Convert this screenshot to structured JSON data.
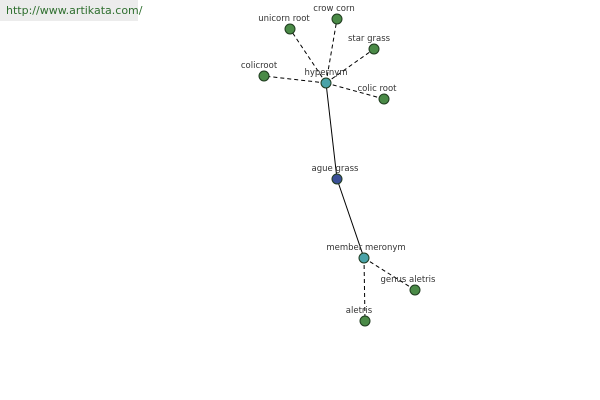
{
  "site": {
    "url": "http://www.artikata.com/"
  },
  "colors": {
    "root_node": "#3a4f97",
    "relation_node": "#4aa3a8",
    "leaf_node": "#4a8a47",
    "node_stroke": "#1f3b1f",
    "edge": "#000000",
    "banner_bg": "#ececec",
    "banner_text": "#2f6f2f"
  },
  "graph": {
    "nodes": [
      {
        "id": "ague-grass",
        "label": "ague grass",
        "kind": "root"
      },
      {
        "id": "hypernym",
        "label": "hypernym",
        "kind": "relation"
      },
      {
        "id": "member-meronym",
        "label": "member meronym",
        "kind": "relation"
      },
      {
        "id": "unicorn-root",
        "label": "unicorn root",
        "kind": "leaf"
      },
      {
        "id": "crow-corn",
        "label": "crow corn",
        "kind": "leaf"
      },
      {
        "id": "star-grass",
        "label": "star grass",
        "kind": "leaf"
      },
      {
        "id": "colicroot",
        "label": "colicroot",
        "kind": "leaf"
      },
      {
        "id": "colic-root",
        "label": "colic root",
        "kind": "leaf"
      },
      {
        "id": "genus-aletris",
        "label": "genus aletris",
        "kind": "leaf"
      },
      {
        "id": "aletris",
        "label": "aletris",
        "kind": "leaf"
      }
    ],
    "edges": [
      {
        "from": "ague-grass",
        "to": "hypernym",
        "style": "solid"
      },
      {
        "from": "ague-grass",
        "to": "member-meronym",
        "style": "solid"
      },
      {
        "from": "hypernym",
        "to": "unicorn-root",
        "style": "dashed"
      },
      {
        "from": "hypernym",
        "to": "crow-corn",
        "style": "dashed"
      },
      {
        "from": "hypernym",
        "to": "star-grass",
        "style": "dashed"
      },
      {
        "from": "hypernym",
        "to": "colicroot",
        "style": "dashed"
      },
      {
        "from": "hypernym",
        "to": "colic-root",
        "style": "dashed"
      },
      {
        "from": "member-meronym",
        "to": "genus-aletris",
        "style": "dashed"
      },
      {
        "from": "member-meronym",
        "to": "aletris",
        "style": "dashed"
      }
    ]
  }
}
